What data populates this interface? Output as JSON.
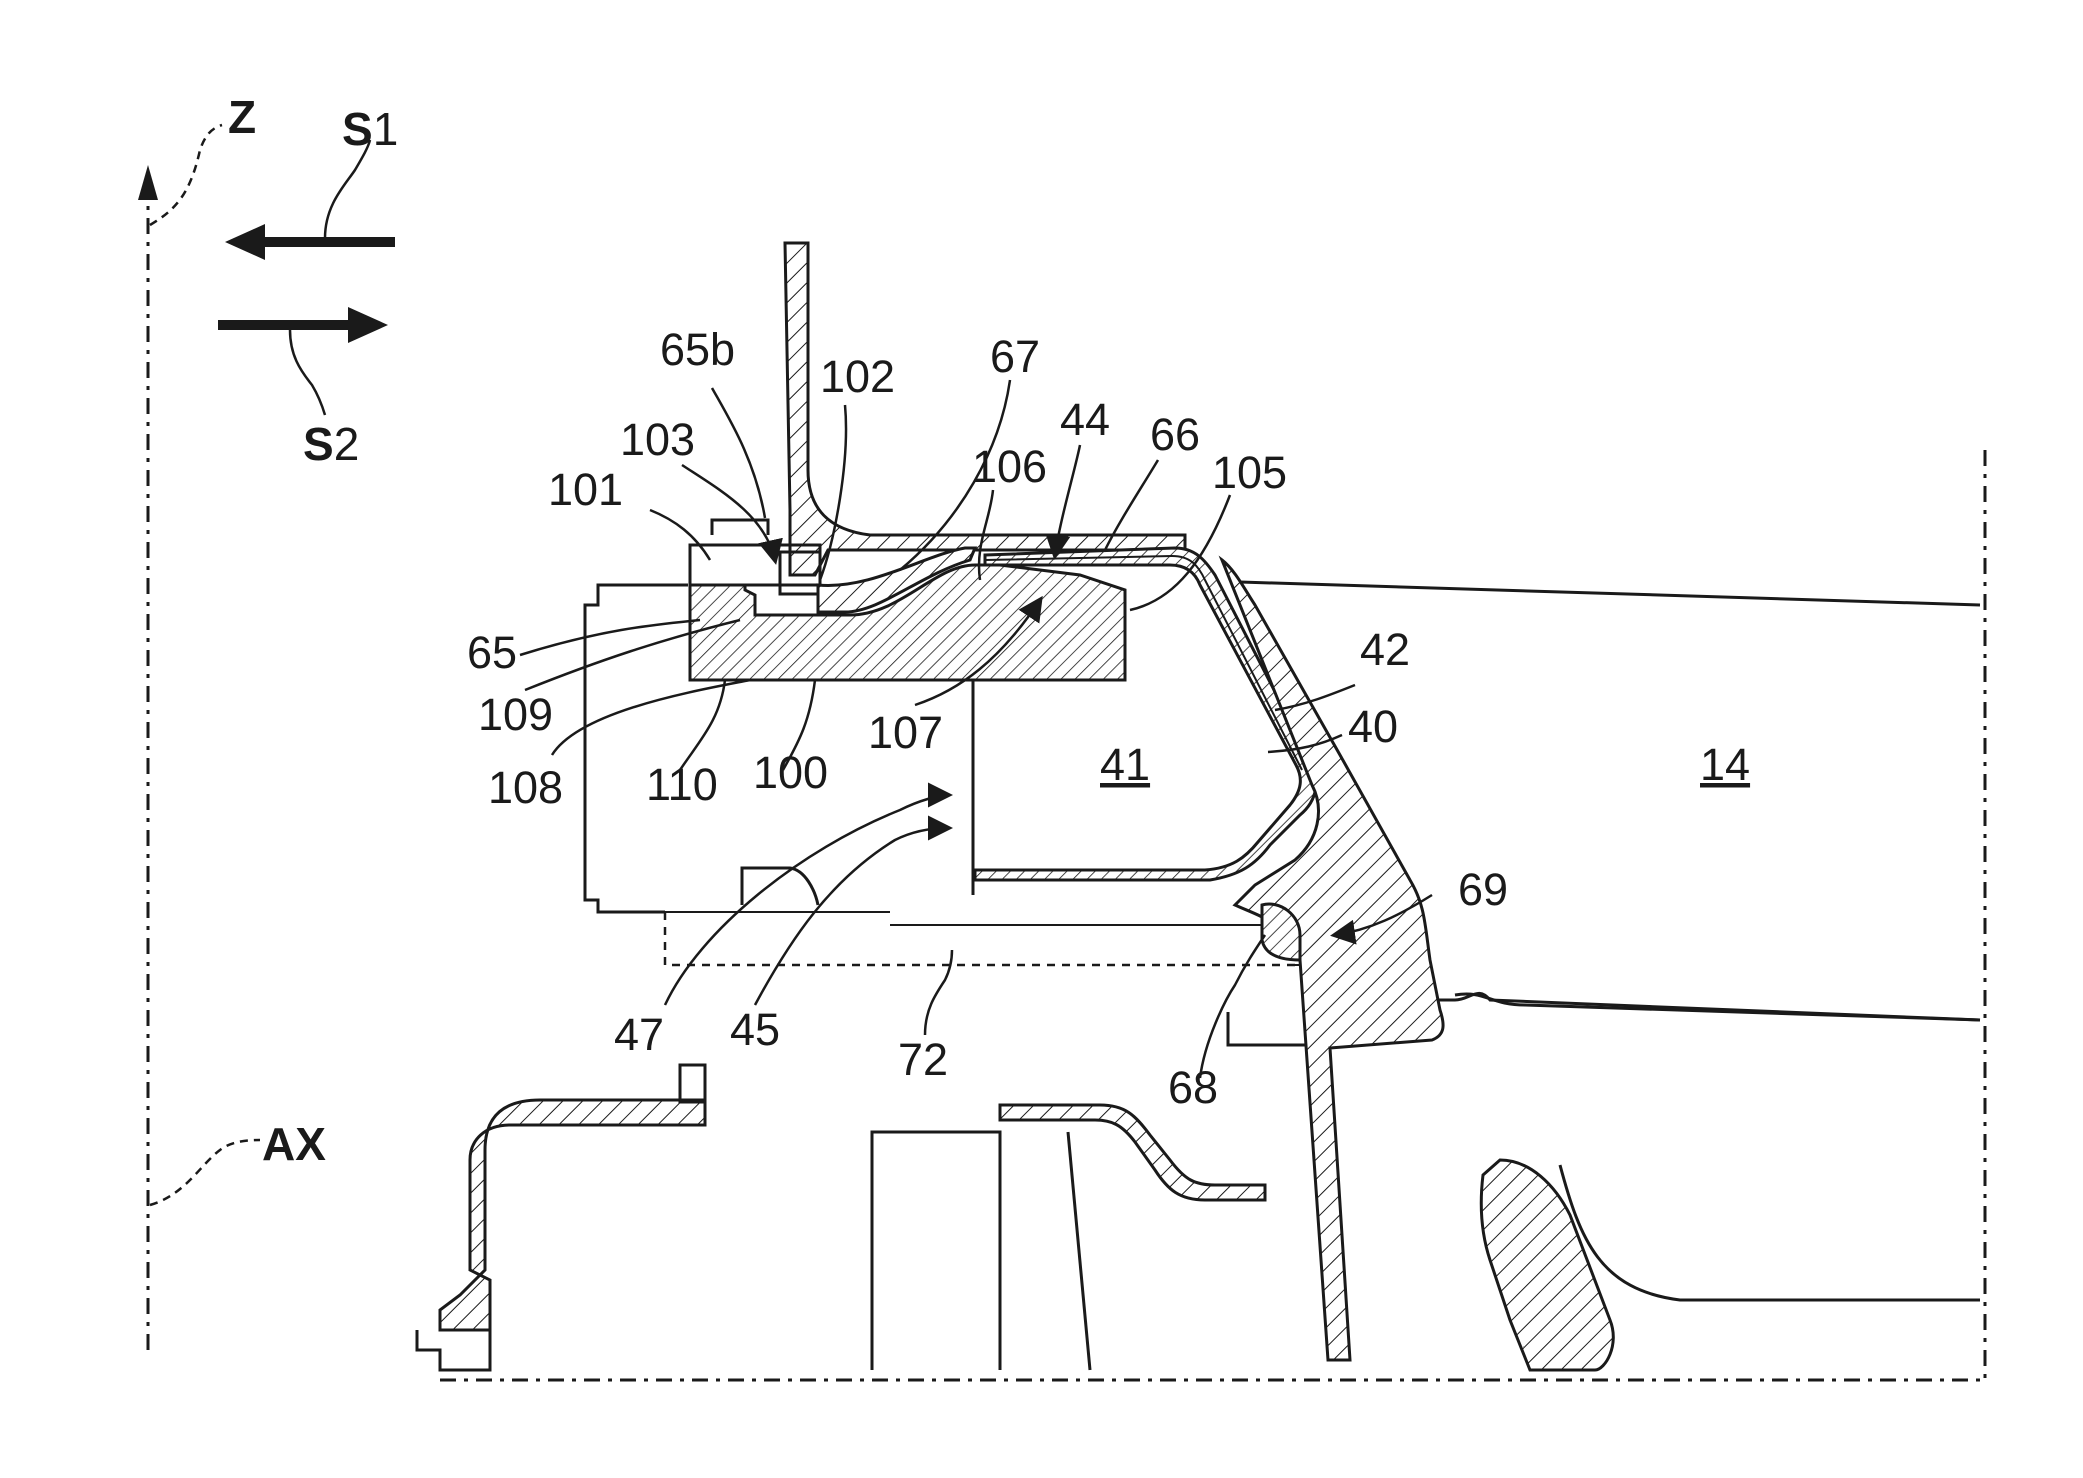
{
  "axes": {
    "vertical": "Z",
    "axial": "AX"
  },
  "directions": {
    "s1_letter": "S",
    "s1_sub": "1",
    "s2_letter": "S",
    "s2_sub": "2"
  },
  "reference_numerals": {
    "r14": "14",
    "r40": "40",
    "r41": "41",
    "r42": "42",
    "r44": "44",
    "r45": "45",
    "r47": "47",
    "r65": "65",
    "r65b": "65b",
    "r66": "66",
    "r67": "67",
    "r68": "68",
    "r69": "69",
    "r72": "72",
    "r100": "100",
    "r101": "101",
    "r102": "102",
    "r103": "103",
    "r105": "105",
    "r106": "106",
    "r107": "107",
    "r108": "108",
    "r109": "109",
    "r110": "110"
  }
}
